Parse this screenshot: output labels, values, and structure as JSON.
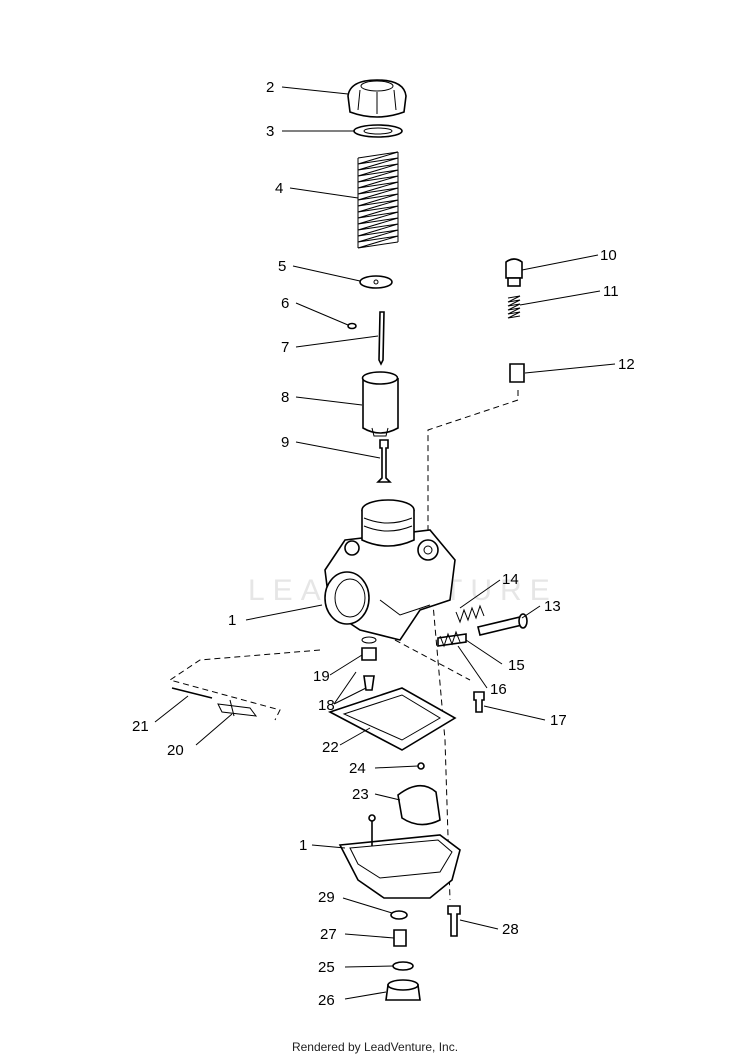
{
  "watermark": "LEADVENTURE",
  "footer": "Rendered by LeadVenture, Inc.",
  "callouts": [
    {
      "id": "2",
      "label": "2"
    },
    {
      "id": "3",
      "label": "3"
    },
    {
      "id": "4",
      "label": "4"
    },
    {
      "id": "5",
      "label": "5"
    },
    {
      "id": "6",
      "label": "6"
    },
    {
      "id": "7",
      "label": "7"
    },
    {
      "id": "8",
      "label": "8"
    },
    {
      "id": "9",
      "label": "9"
    },
    {
      "id": "10",
      "label": "10"
    },
    {
      "id": "11",
      "label": "11"
    },
    {
      "id": "12",
      "label": "12"
    },
    {
      "id": "1a",
      "label": "1"
    },
    {
      "id": "14",
      "label": "14"
    },
    {
      "id": "13",
      "label": "13"
    },
    {
      "id": "15",
      "label": "15"
    },
    {
      "id": "16",
      "label": "16"
    },
    {
      "id": "17",
      "label": "17"
    },
    {
      "id": "19",
      "label": "19"
    },
    {
      "id": "18",
      "label": "18"
    },
    {
      "id": "21",
      "label": "21"
    },
    {
      "id": "20",
      "label": "20"
    },
    {
      "id": "22",
      "label": "22"
    },
    {
      "id": "24",
      "label": "24"
    },
    {
      "id": "23",
      "label": "23"
    },
    {
      "id": "1b",
      "label": "1"
    },
    {
      "id": "29",
      "label": "29"
    },
    {
      "id": "28",
      "label": "28"
    },
    {
      "id": "27",
      "label": "27"
    },
    {
      "id": "25",
      "label": "25"
    },
    {
      "id": "26",
      "label": "26"
    }
  ]
}
